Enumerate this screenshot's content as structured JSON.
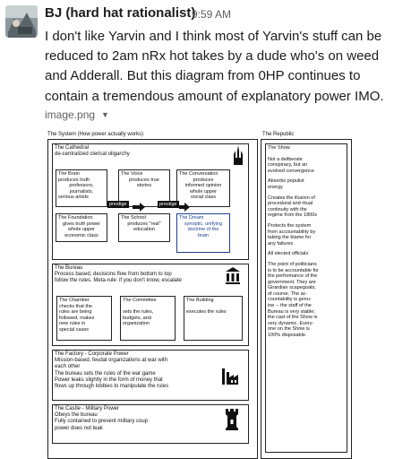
{
  "message": {
    "sender": "BJ (hard hat rationalist)",
    "time": "9:59 AM",
    "lines": [
      "I don't like Yarvin and I think most of Yarvin's stuff can be",
      "reduced to 2am nRx hot takes by a dude who's on weed",
      "and Adderall. But this diagram from 0HP continues to",
      "contain a tremendous amount of explanatory power IMO."
    ],
    "attachment_name": "image.png"
  },
  "diagram": {
    "left_title": "The System  (How power actually works)",
    "right_title": "The Republic",
    "cathedral": {
      "title": "The Cathedral",
      "subtitle": "de-centralized clerical oligarchy",
      "brain": [
        "The Brain",
        "produces truth",
        "professors,",
        "journalists,",
        "serious artists"
      ],
      "voice": [
        "The Voice",
        "produces true",
        "stories"
      ],
      "conversation": [
        "The Conversation",
        "produces",
        "informed opinion",
        "whole upper",
        "social class"
      ],
      "foundation": [
        "The Foundation",
        "gives truth power",
        "whole upper",
        "economic class"
      ],
      "school": [
        "The School",
        "produces \"real\"",
        "education"
      ],
      "dream": [
        "The Dream",
        "synoptic, unifying",
        "doctrine of the",
        "brain"
      ],
      "prestige_label": "prestige"
    },
    "bureau": {
      "title": "The Bureau",
      "lines": [
        "Process based, decisions flow from bottom to top",
        "follow the rules. Meta-rule: if you don't know, escalate"
      ],
      "chamber": [
        "The Chamber",
        "checks that the",
        "rules are being",
        "followed, makes",
        "new rules in",
        "special cases"
      ],
      "committee": [
        "The Committee",
        "",
        "sets the rules,",
        "budgets, and",
        "organization"
      ],
      "building": [
        "The Building",
        "",
        "executes the rules"
      ]
    },
    "factory": {
      "lines": [
        "The Factory - Corporate Power",
        "Mission-based, feudal organizations at war with",
        "each other",
        "The bureau sets the rules of the war game",
        "Power leaks slightly in the form of money that",
        "flows up through lobbies to manipulate the rules"
      ]
    },
    "castle": {
      "lines": [
        "The Castle - Military Power",
        "Obeys the bureau",
        "Fully contained to prevent military coup",
        "power does not leak"
      ]
    },
    "show": {
      "title": "The Show",
      "paragraphs": [
        [
          "Not a deliberate",
          "conspiracy, but an",
          "evolved convergence"
        ],
        [
          "Absorbs populist",
          "energy"
        ],
        [
          "Creates the illusion of",
          "procedural and ritual",
          "continuity with the",
          "regime from the 1800s"
        ],
        [
          "Protects the system",
          "from accountability by",
          "taking the blame for",
          "any failures"
        ],
        [
          "All elected officials"
        ],
        [
          "The point of politicians",
          "is to be accountable for",
          "the performance of the",
          "government. They are",
          "Girardian scapegoats,",
          "of course. The ac-",
          "countability is genu-",
          "ine -- the staff of the",
          "Bureau is very stable;",
          "the cast of the Show is",
          "very dynamic. Every-",
          "one on the Show is",
          "100% disposable."
        ]
      ]
    }
  }
}
